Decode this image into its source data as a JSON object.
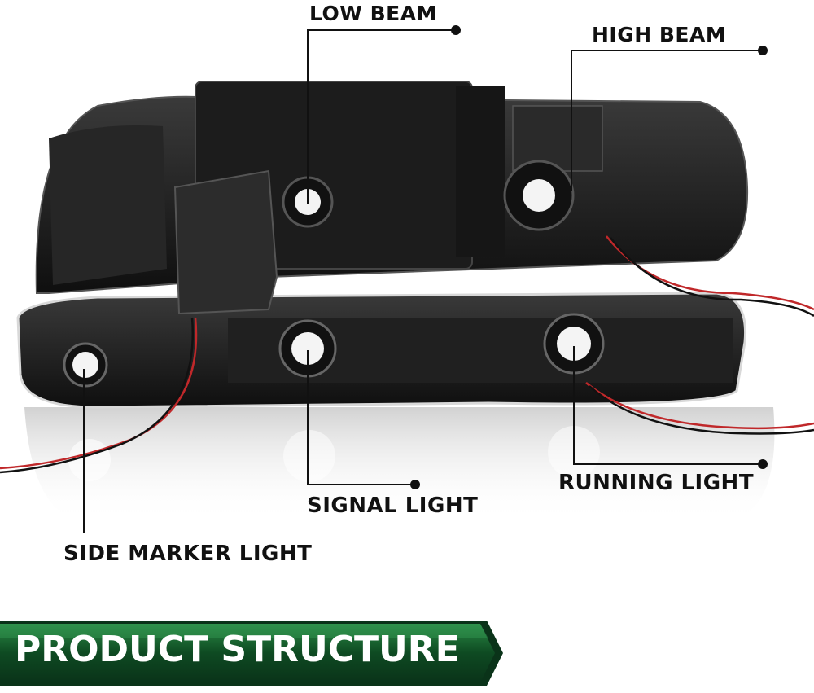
{
  "callouts": {
    "low_beam": "LOW BEAM",
    "high_beam": "HIGH BEAM",
    "signal_light": "SIGNAL LIGHT",
    "running_light": "RUNNING LIGHT",
    "side_marker_light": "SIDE MARKER LIGHT"
  },
  "banner": {
    "title": "PRODUCT STRUCTURE"
  },
  "colors": {
    "banner_green": "#1e7a3a",
    "banner_dark": "#0d3b1c",
    "housing": "#1a1a1a",
    "wire_red": "#c0282a"
  }
}
